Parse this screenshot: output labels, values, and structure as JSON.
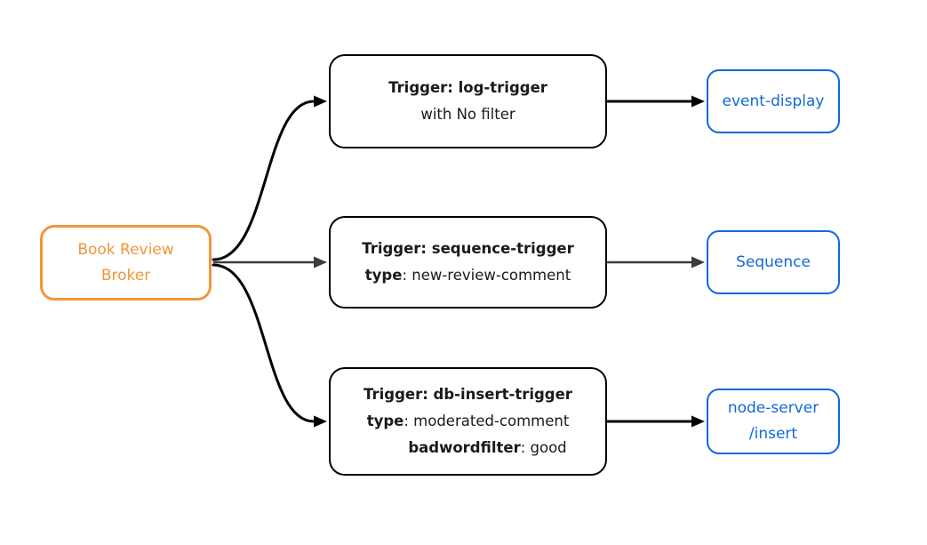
{
  "diagram": {
    "type": "flow-diagram",
    "nodes": {
      "broker": {
        "line1": "Book Review",
        "line2": "Broker",
        "role": "broker"
      },
      "trigger_log": {
        "title": "Trigger: log-trigger",
        "subtitle": "with No filter",
        "role": "trigger"
      },
      "trigger_sequence": {
        "title": "Trigger: sequence-trigger",
        "attr_key": "type",
        "attr_value": ": new-review-comment",
        "role": "trigger"
      },
      "trigger_db_insert": {
        "title": "Trigger: db-insert-trigger",
        "attr1_key": "type",
        "attr1_value": ": moderated-comment",
        "attr2_key": "badwordfilter",
        "attr2_value": ": good",
        "role": "trigger"
      },
      "sink_event_display": {
        "label": "event-display",
        "role": "sink"
      },
      "sink_sequence": {
        "label": "Sequence",
        "role": "sink"
      },
      "sink_node_server": {
        "line1": "node-server",
        "line2": "/insert",
        "role": "sink"
      }
    },
    "edges": [
      {
        "from": "broker",
        "to": "trigger_log",
        "style": "primary"
      },
      {
        "from": "broker",
        "to": "trigger_sequence",
        "style": "secondary"
      },
      {
        "from": "broker",
        "to": "trigger_db_insert",
        "style": "primary"
      },
      {
        "from": "trigger_log",
        "to": "sink_event_display",
        "style": "primary"
      },
      {
        "from": "trigger_sequence",
        "to": "sink_sequence",
        "style": "secondary"
      },
      {
        "from": "trigger_db_insert",
        "to": "sink_node_server",
        "style": "primary"
      }
    ],
    "colors": {
      "background": "#ffffff",
      "broker_accent": "#f0963c",
      "sink_accent": "#1269d6",
      "trigger_border": "#000000",
      "trigger_text": "#1a1a1a",
      "arrow_primary": "#000000",
      "arrow_secondary": "#3d3d3d"
    }
  }
}
